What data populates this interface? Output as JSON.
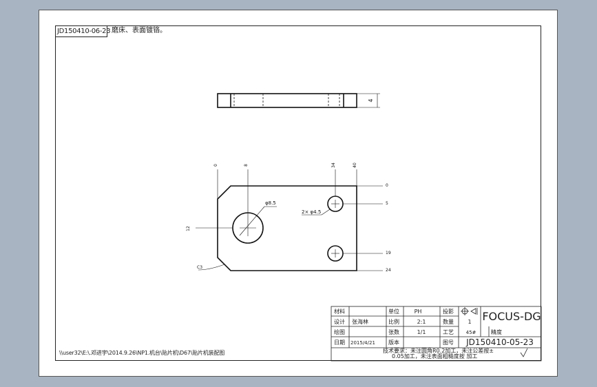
{
  "sheet": {
    "drawing_id": "JD150410-06-23",
    "note": "磨床、表面镀铬。",
    "file_path": "\\\\user32\\E:\\.邓进宇\\2014.9.26\\NP1.机台\\贴片机\\D67\\贴片机装配图"
  },
  "side_view": {
    "thickness_label": "4"
  },
  "front_view": {
    "top_labels": [
      "0",
      "8",
      "34",
      "40"
    ],
    "right_labels": [
      "0",
      "5",
      "19",
      "24"
    ],
    "left_label": "12",
    "large_hole_label": "φ8.5",
    "small_hole_label": "2× φ4.5",
    "chamfer_label": "C3"
  },
  "title_block": {
    "labels": {
      "material": "材料",
      "designer": "设计",
      "drawer": "绘图",
      "date": "日期",
      "quantity_hdr": "单位",
      "scale": "比例",
      "sheets": "张数",
      "version": "版本",
      "projection": "投影",
      "count": "数量",
      "process": "工艺",
      "unit_drawing": "图号"
    },
    "values": {
      "designer_name": "张海林",
      "unit": "PH",
      "scale": "2:1",
      "count": "1",
      "sheets": "1/1",
      "process": "45#",
      "date": "2015/4/21",
      "precision": "精度"
    },
    "company": "FOCUS-DG",
    "drawing_number": "JD150410-05-23",
    "tech_req_line1": "技术要求：未注圆角R0.2加工，未注公差按±",
    "tech_req_line2": "0.05加工，未注表面粗糙度按 加工"
  }
}
